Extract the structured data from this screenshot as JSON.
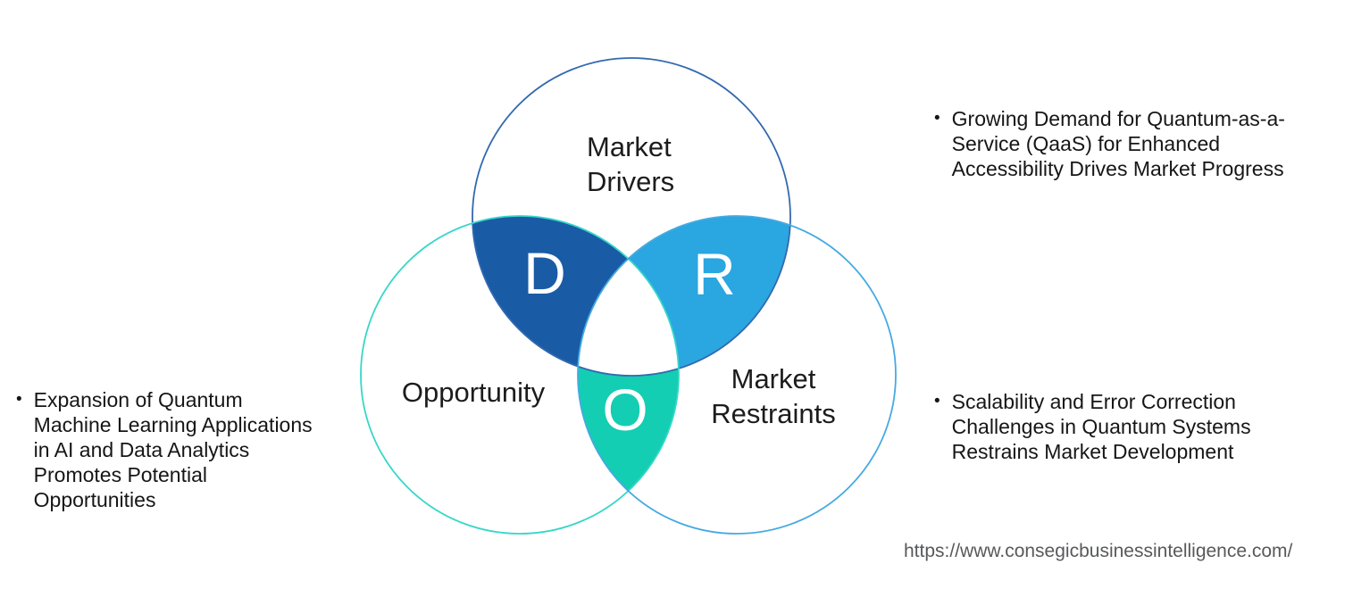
{
  "venn": {
    "circles": {
      "top": {
        "label": "Market\nDrivers",
        "stroke": "#3269af"
      },
      "left": {
        "label": "Opportunity",
        "stroke": "#36d7c8"
      },
      "right": {
        "label": "Market\nRestraints",
        "stroke": "#45aae1"
      }
    },
    "regions": {
      "d": {
        "letter": "D",
        "color": "#1a5ba6"
      },
      "r": {
        "letter": "R",
        "color": "#2aa6e1"
      },
      "o": {
        "letter": "O",
        "color": "#13ceb3"
      }
    },
    "center_color": "#ffffff"
  },
  "bullets": {
    "left": {
      "marker": "•",
      "text": "Expansion of Quantum\nMachine Learning Applications\nin AI and Data Analytics\nPromotes Potential\nOpportunities"
    },
    "top_right": {
      "marker": "•",
      "text": "Growing Demand for Quantum-as-a-\nService (QaaS) for Enhanced\nAccessibility Drives Market Progress"
    },
    "bottom_right": {
      "marker": "•",
      "text": "Scalability and Error Correction\nChallenges in Quantum Systems\nRestrains Market Development"
    }
  },
  "footer": {
    "url": "https://www.consegicbusinessintelligence.com/"
  }
}
